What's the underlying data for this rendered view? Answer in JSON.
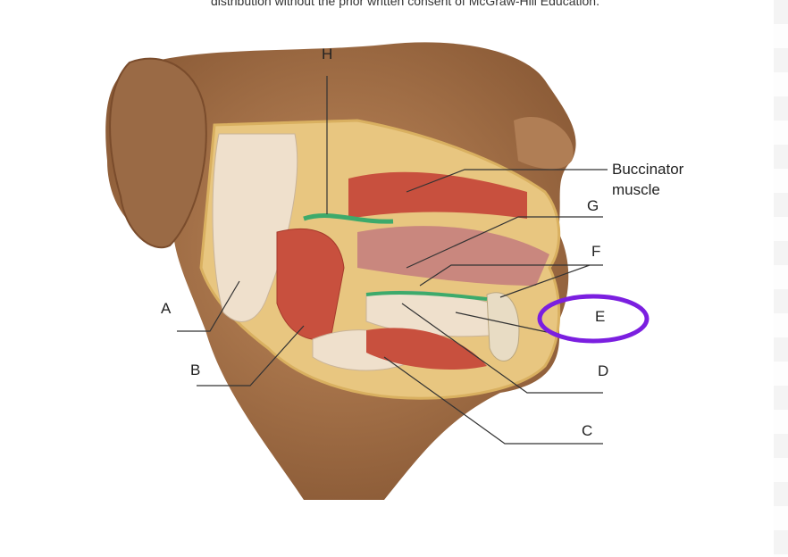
{
  "copyright": "distribution without the prior written consent of McGraw-Hill Education.",
  "labels": {
    "h": "H",
    "buccinator_line1": "Buccinator",
    "buccinator_line2": "muscle",
    "g": "G",
    "f": "F",
    "e": "E",
    "d": "D",
    "c": "C",
    "a": "A",
    "b": "B"
  },
  "highlight": {
    "target": "E",
    "color": "#7b1fe0"
  },
  "colors": {
    "skin": "#a8764e",
    "muscle": "#c8503e",
    "gland": "#efe0cc",
    "nerve": "#3daa6b",
    "leader": "#333333"
  }
}
